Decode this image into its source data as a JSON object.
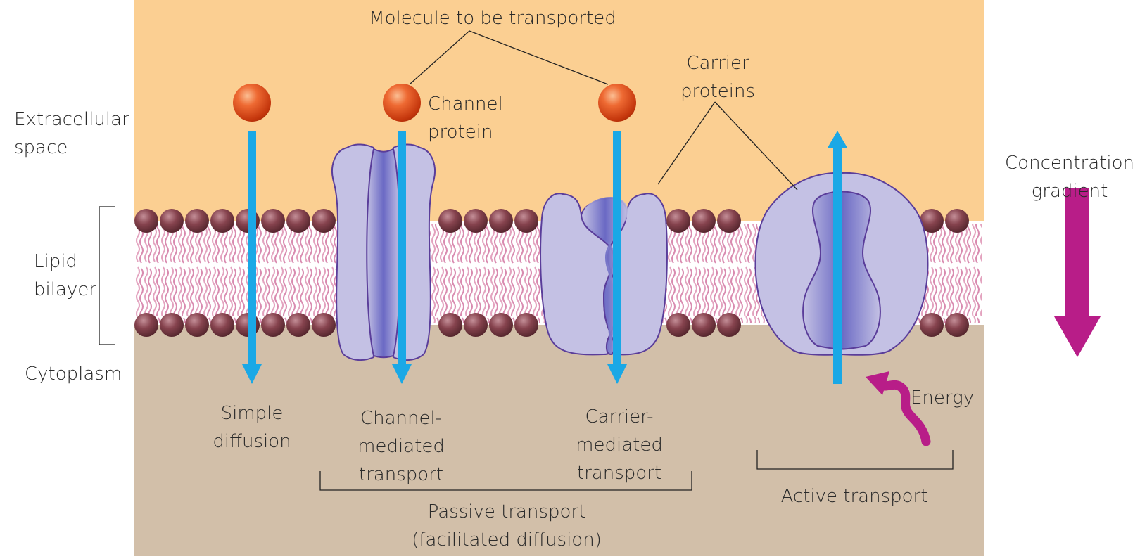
{
  "labels": {
    "molecule": "Molecule to be transported",
    "channel_protein": "Channel\nprotein",
    "carrier_proteins": "Carrier\nproteins",
    "extracellular": "Extracellular\nspace",
    "lipid_bilayer": "Lipid\nbilayer",
    "cytoplasm": "Cytoplasm",
    "concentration": "Concentration\ngradient",
    "simple_diffusion": "Simple\ndiffusion",
    "channel_mediated": "Channel-\nmediated\ntransport",
    "carrier_mediated": "Carrier-\nmediated\ntransport",
    "energy": "Energy",
    "active_transport": "Active transport",
    "passive_transport": "Passive transport\n(facilitated diffusion)"
  },
  "colors": {
    "extracellular": "#fbcf92",
    "cytoplasm": "#d2bfa9",
    "protein_fill": "#c4c1e4",
    "protein_core": "#6c6bc6",
    "protein_stroke": "#5a3d9a",
    "lipid_head": "#7a3b45",
    "lipid_tail": "#e3a3bf",
    "arrow_blue": "#1aa8e6",
    "molecule": "#e8501e",
    "gradient_arrow": "#b81d88",
    "line": "#222222"
  }
}
